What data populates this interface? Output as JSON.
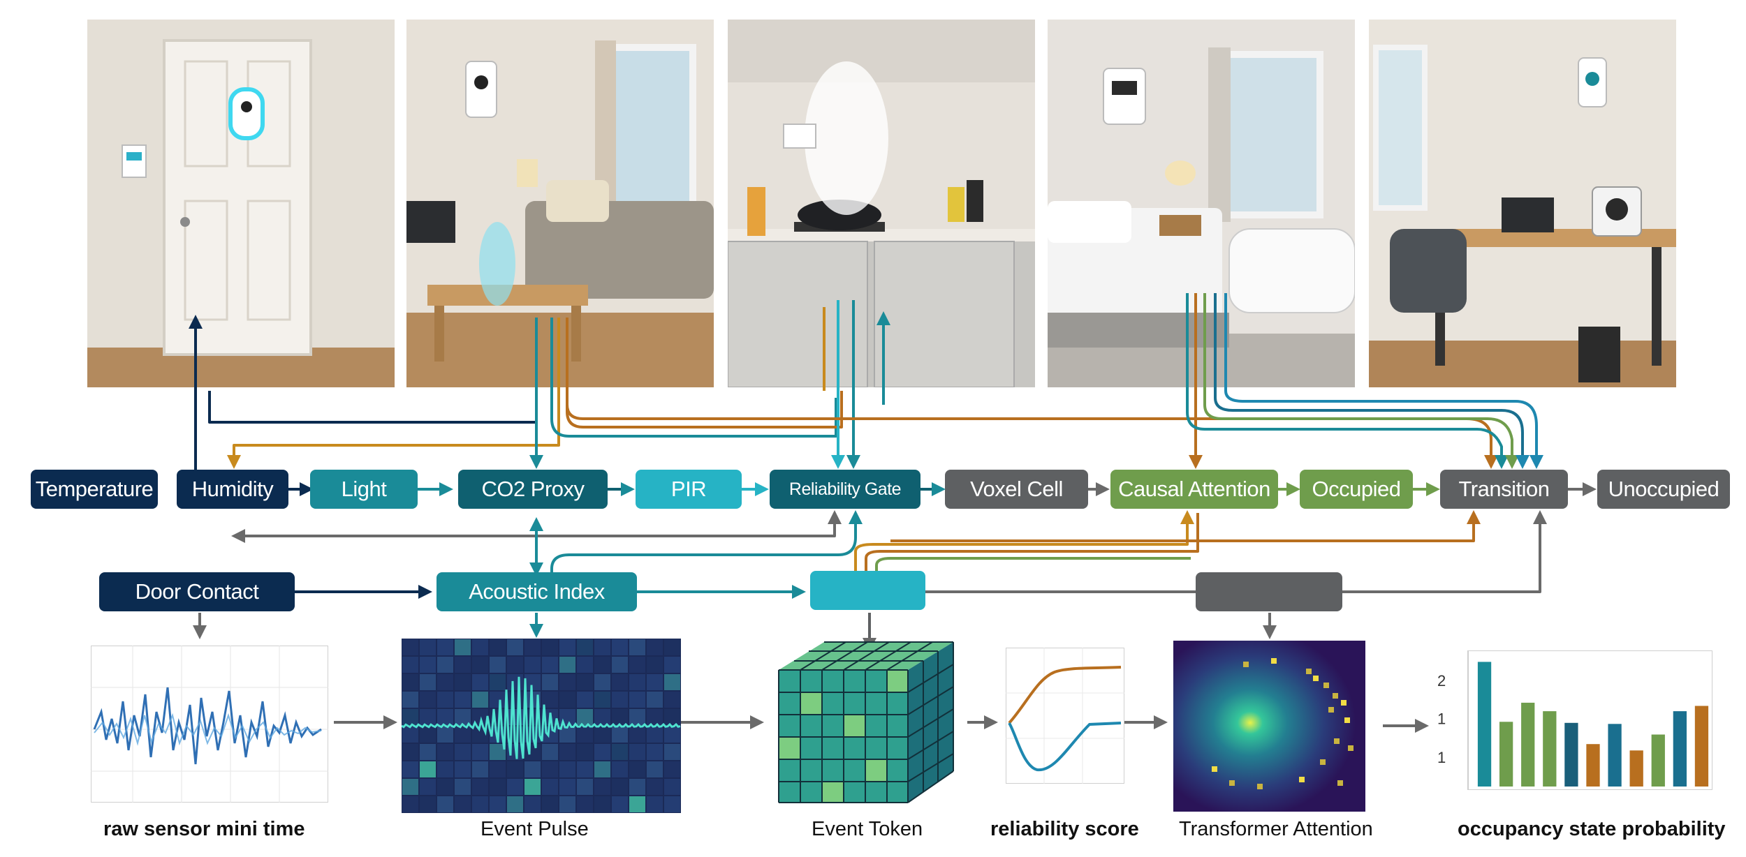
{
  "rooms": [
    {
      "name": "entrance-door"
    },
    {
      "name": "living-room"
    },
    {
      "name": "kitchen"
    },
    {
      "name": "bedroom"
    },
    {
      "name": "office"
    }
  ],
  "pipeline_row": [
    {
      "id": "temperature",
      "label": "Temperature",
      "color": "#0b2b50"
    },
    {
      "id": "humidity",
      "label": "Humidity",
      "color": "#0b2b50"
    },
    {
      "id": "light",
      "label": "Light",
      "color": "#1a8b98"
    },
    {
      "id": "co2",
      "label": "CO2 Proxy",
      "color": "#0f6070"
    },
    {
      "id": "pir",
      "label": "PIR",
      "color": "#26b3c5"
    },
    {
      "id": "reliability_gate",
      "label": "Reliability Gate",
      "color": "#0f6070"
    },
    {
      "id": "voxel_cell",
      "label": "Voxel Cell",
      "color": "#5e6062"
    },
    {
      "id": "causal_attention",
      "label": "Causal Attention",
      "color": "#6f9d4c"
    },
    {
      "id": "occupied",
      "label": "Occupied",
      "color": "#6f9d4c"
    },
    {
      "id": "transition",
      "label": "Transition",
      "color": "#5e6062"
    },
    {
      "id": "unoccupied",
      "label": "Unoccupied",
      "color": "#5e6062"
    }
  ],
  "second_row": [
    {
      "id": "door_contact",
      "label": "Door Contact",
      "color": "#0b2b50"
    },
    {
      "id": "acoustic_index",
      "label": "Acoustic Index",
      "color": "#1a8b98"
    },
    {
      "id": "unlabeled_cyan",
      "label": "",
      "color": "#26b3c5"
    },
    {
      "id": "unlabeled_gray",
      "label": "",
      "color": "#5e6062"
    }
  ],
  "captions": {
    "raw": "raw sensor mini time",
    "pulse": "Event Pulse",
    "token": "Event Token",
    "reliability": "reliability score",
    "attention": "Transformer Attention",
    "occupancy": "occupancy state probability"
  },
  "occupancy_chart": {
    "type": "bar",
    "tick_labels": [
      "2",
      "1",
      "1"
    ],
    "values": [
      2.35,
      1.22,
      1.58,
      1.42,
      1.2,
      0.8,
      1.18,
      0.68,
      0.98,
      1.42,
      1.52
    ],
    "colors": [
      "#1a8b98",
      "#6f9d4c",
      "#6f9d4c",
      "#6f9d4c",
      "#1a5f7a",
      "#b86f1f",
      "#1a6f8f",
      "#b86f1f",
      "#6f9d4c",
      "#1a6f8f",
      "#b86f1f"
    ]
  },
  "reliability_chart": {
    "type": "line",
    "series_colors": [
      "#b86f1f",
      "#1e88b0"
    ]
  }
}
